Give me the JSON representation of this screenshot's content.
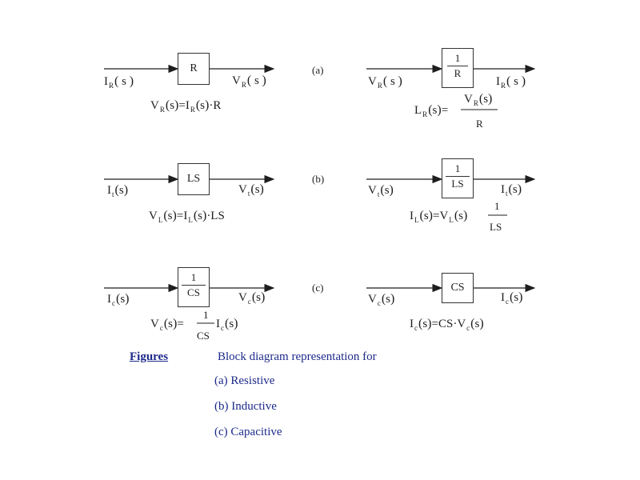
{
  "diagram_a": {
    "tag": "(a)",
    "left_box": "R",
    "left_in": {
      "main": "I",
      "sub": "R",
      "arg": "s"
    },
    "left_out": {
      "main": "V",
      "sub": "R",
      "arg": "s"
    },
    "left_eq": {
      "lhs_main": "V",
      "lhs_sub": "R",
      "rhs_main": "I",
      "rhs_sub": "R",
      "tail": "·R"
    },
    "right_box_num": "1",
    "right_box_den": "R",
    "right_in": {
      "main": "V",
      "sub": "R",
      "arg": "s"
    },
    "right_out": {
      "main": "I",
      "sub": "R",
      "arg": "s"
    },
    "right_eq": {
      "lhs_main": "L",
      "lhs_sub": "R",
      "frac_num_main": "V",
      "frac_num_sub": "R",
      "frac_den": "R"
    }
  },
  "diagram_b": {
    "tag": "(b)",
    "left_box": "LS",
    "left_in": {
      "main": "I",
      "sub": "t",
      "arg": "s"
    },
    "left_out": {
      "main": "V",
      "sub": "t",
      "arg": "s"
    },
    "left_eq": {
      "lhs_main": "V",
      "lhs_sub": "L",
      "rhs_main": "I",
      "rhs_sub": "L",
      "tail": "·LS"
    },
    "right_box_num": "1",
    "right_box_den": "LS",
    "right_in": {
      "main": "V",
      "sub": "t",
      "arg": "s"
    },
    "right_out": {
      "main": "I",
      "sub": "t",
      "arg": "s"
    },
    "right_eq": {
      "lhs_main": "I",
      "lhs_sub": "L",
      "rhs_main": "V",
      "rhs_sub": "L",
      "frac_num": "1",
      "frac_den": "LS"
    }
  },
  "diagram_c": {
    "tag": "(c)",
    "left_box_num": "1",
    "left_box_den": "CS",
    "left_in": {
      "main": "I",
      "sub": "c",
      "arg": "s"
    },
    "left_out": {
      "main": "V",
      "sub": "c",
      "arg": "s"
    },
    "left_eq": {
      "lhs_main": "V",
      "lhs_sub": "c",
      "frac_num": "1",
      "frac_den": "CS",
      "rhs_main": "I",
      "rhs_sub": "c"
    },
    "right_box": "CS",
    "right_in": {
      "main": "V",
      "sub": "c",
      "arg": "s"
    },
    "right_out": {
      "main": "I",
      "sub": "c",
      "arg": "s"
    },
    "right_eq": {
      "lhs_main": "I",
      "lhs_sub": "c",
      "mid": "CS·",
      "rhs_main": "V",
      "rhs_sub": "c"
    }
  },
  "caption": {
    "title": "Figures",
    "text": "Block diagram representation for",
    "items": [
      "(a)  Resistive",
      "(b)  Inductive",
      "(c)  Capacitive"
    ]
  },
  "colors": {
    "caption": "#1d2a8a",
    "ink": "#1e1e1e"
  }
}
